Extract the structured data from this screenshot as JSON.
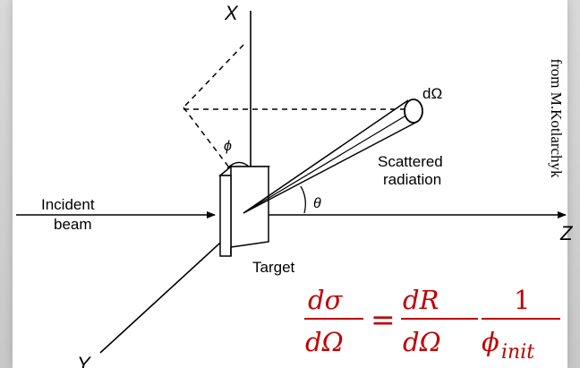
{
  "axes": {
    "x_label": "X",
    "y_label": "Y",
    "z_label": "Z"
  },
  "labels": {
    "solid_angle": "dΩ",
    "scattered": [
      "Scattered",
      "radiation"
    ],
    "incident": [
      "Incident",
      "beam"
    ],
    "target": "Target",
    "phi": "ϕ",
    "theta": "θ"
  },
  "formula": {
    "lhs_num": "dσ",
    "lhs_den": "dΩ",
    "equals": "=",
    "rhs_num": "dR",
    "rhs_den": "dΩ",
    "frac2_num": "1",
    "frac2_den_base": "ϕ",
    "frac2_den_sub": "init"
  },
  "credit": "from M.Kotlarchyk",
  "colors": {
    "formula": "#c00000",
    "lines": "#000000",
    "background": "#ffffff"
  }
}
